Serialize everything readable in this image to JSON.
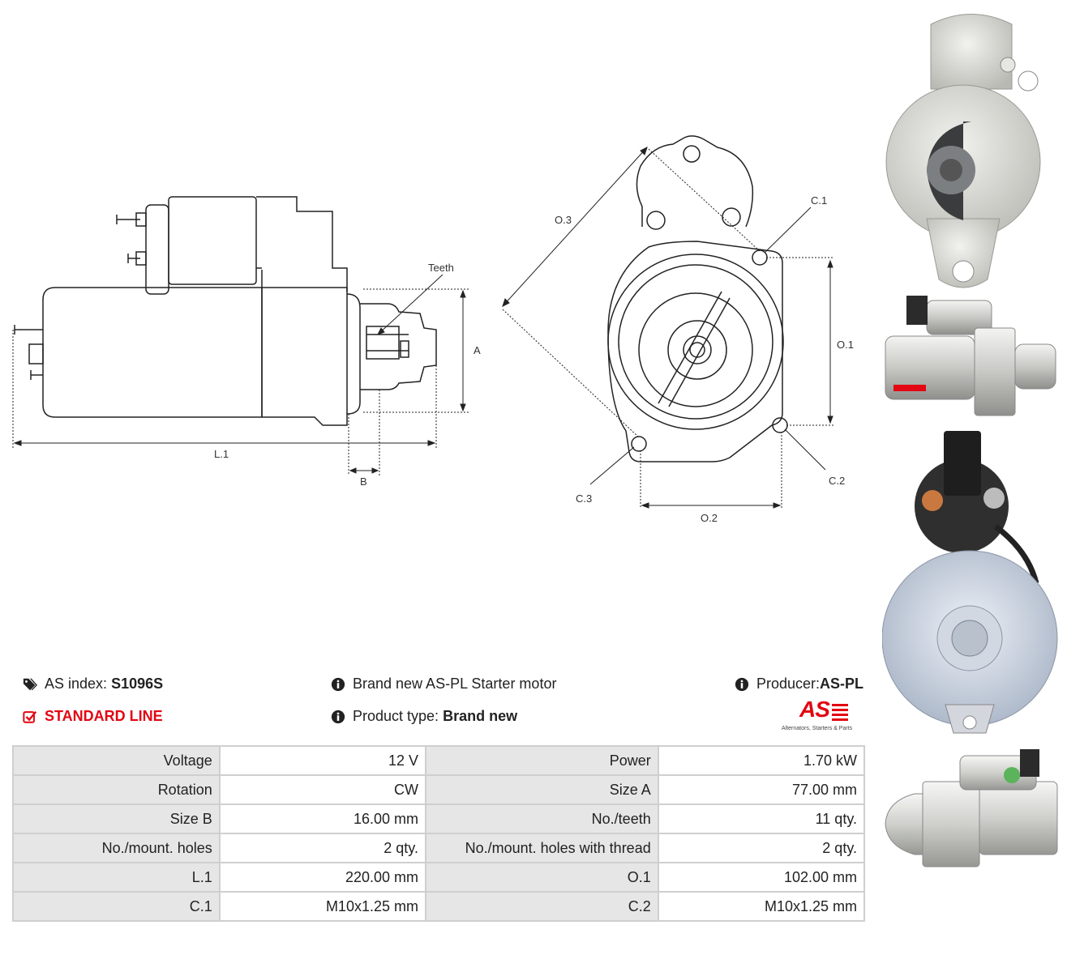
{
  "drawings": {
    "side_labels": {
      "teeth": "Teeth",
      "a": "A",
      "l1": "L.1",
      "b": "B"
    },
    "front_labels": {
      "o3": "O.3",
      "c1": "C.1",
      "o1": "O.1",
      "c2": "C.2",
      "c3": "C.3",
      "o2": "O.2"
    }
  },
  "info": {
    "as_index_label": "AS index:",
    "as_index_value": "S1096S",
    "line_label": "STANDARD LINE",
    "description": "Brand new AS-PL Starter motor",
    "product_type_label": "Product type:",
    "product_type_value": "Brand new",
    "producer_label": "Producer:",
    "producer_value": "AS-PL",
    "logo_text": "AS",
    "logo_tagline": "Alternators, Starters & Parts"
  },
  "specs": [
    {
      "k1": "Voltage",
      "v1": "12 V",
      "k2": "Power",
      "v2": "1.70 kW"
    },
    {
      "k1": "Rotation",
      "v1": "CW",
      "k2": "Size A",
      "v2": "77.00 mm"
    },
    {
      "k1": "Size B",
      "v1": "16.00 mm",
      "k2": "No./teeth",
      "v2": "11 qty."
    },
    {
      "k1": "No./mount. holes",
      "v1": "2 qty.",
      "k2": "No./mount. holes with thread",
      "v2": "2 qty."
    },
    {
      "k1": "L.1",
      "v1": "220.00 mm",
      "k2": "O.1",
      "v2": "102.00 mm"
    },
    {
      "k1": "C.1",
      "v1": "M10x1.25 mm",
      "k2": "C.2",
      "v2": "M10x1.25 mm"
    }
  ],
  "colors": {
    "accent": "#e30613",
    "table_key_bg": "#e6e6e6",
    "table_border": "#cfcfcf"
  },
  "icons": [
    "tags-icon",
    "checkbox-icon",
    "info-icon"
  ]
}
